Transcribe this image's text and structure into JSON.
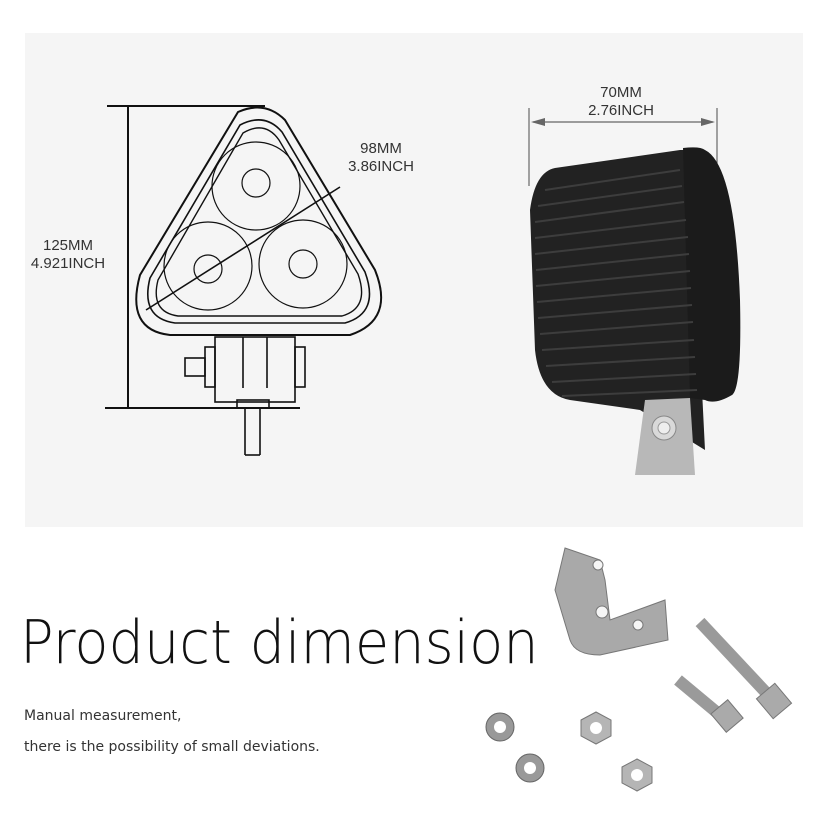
{
  "front_view": {
    "height_mm": "125MM",
    "height_inch": "4.921INCH",
    "width_mm": "98MM",
    "width_inch": "3.86INCH"
  },
  "side_view": {
    "depth_mm": "70MM",
    "depth_inch": "2.76INCH"
  },
  "title": "Product dimension",
  "notes": [
    "Manual measurement,",
    "there is the possibility of small deviations."
  ]
}
